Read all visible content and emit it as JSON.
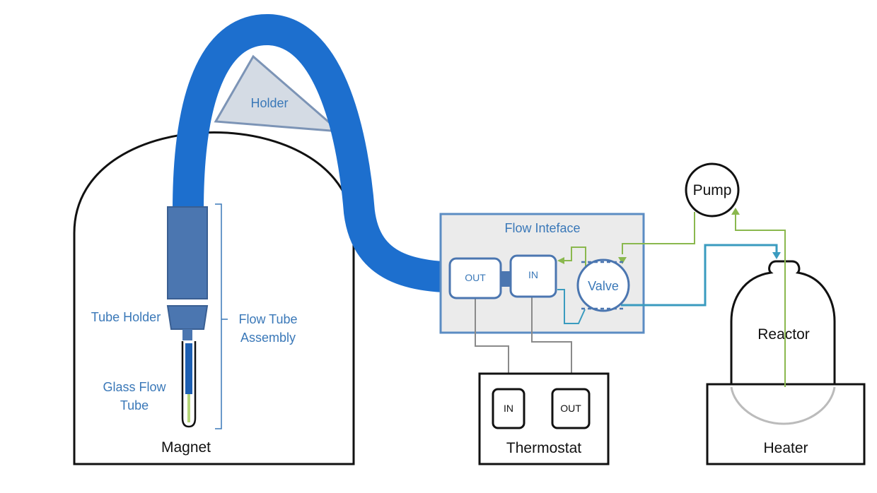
{
  "colors": {
    "tube_blue": "#1d6fce",
    "holder_fill": "#d4dbe4",
    "holder_stroke": "#7c94b6",
    "assembly_blue": "#4b76b0",
    "label_blue": "#3a78b8",
    "interface_fill": "#ebebeb",
    "interface_stroke": "#5b8cc3",
    "green_line": "#8ab84e",
    "teal_line": "#3a9bbf",
    "gray_line": "#8a8a8a",
    "outline": "#111111"
  },
  "labels": {
    "holder": "Holder",
    "magnet": "Magnet",
    "tube_holder": "Tube Holder",
    "flow_tube_assembly_line1": "Flow Tube",
    "flow_tube_assembly_line2": "Assembly",
    "glass_flow_tube_line1": "Glass Flow",
    "glass_flow_tube_line2": "Tube",
    "flow_interface": "Flow Inteface",
    "out_port": "OUT",
    "in_port": "IN",
    "valve": "Valve",
    "pump": "Pump",
    "reactor": "Reactor",
    "heater": "Heater",
    "thermostat": "Thermostat",
    "thermostat_in": "IN",
    "thermostat_out": "OUT"
  }
}
